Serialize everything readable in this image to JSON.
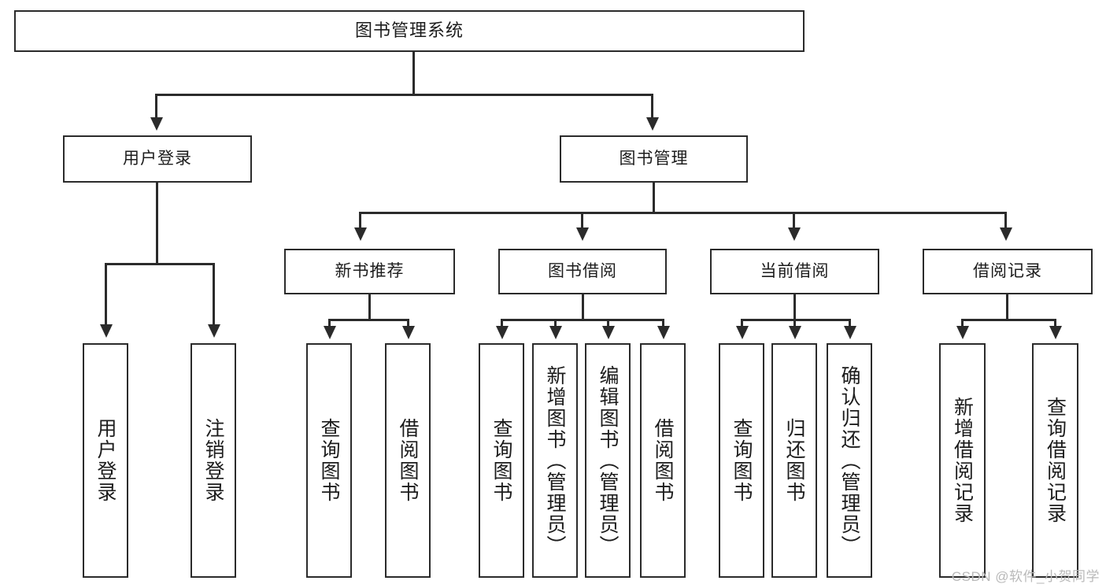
{
  "diagram": {
    "title": "图书管理系统",
    "type": "tree-structure-chart",
    "root": {
      "label": "图书管理系统"
    },
    "level2": [
      {
        "label": "用户登录"
      },
      {
        "label": "图书管理"
      }
    ],
    "level3": [
      {
        "label": "新书推荐"
      },
      {
        "label": "图书借阅"
      },
      {
        "label": "当前借阅"
      },
      {
        "label": "借阅记录"
      }
    ],
    "leaves": {
      "user_login": [
        {
          "label": "用户登录"
        },
        {
          "label": "注销登录"
        }
      ],
      "new_book_recommend": [
        {
          "label": "查询图书"
        },
        {
          "label": "借阅图书"
        }
      ],
      "book_borrow": [
        {
          "label": "查询图书"
        },
        {
          "label": "新增图书（管理员）"
        },
        {
          "label": "编辑图书（管理员）"
        },
        {
          "label": "借阅图书"
        }
      ],
      "current_borrow": [
        {
          "label": "查询图书"
        },
        {
          "label": "归还图书"
        },
        {
          "label": "确认归还（管理员）"
        }
      ],
      "borrow_record": [
        {
          "label": "新增借阅记录"
        },
        {
          "label": "查询借阅记录"
        }
      ]
    }
  },
  "watermark": {
    "text": "CSDN @软件_小贺同学"
  },
  "colors": {
    "stroke": "#2b2b2b",
    "background": "#ffffff",
    "text": "#1c1c1c",
    "watermark": "#b9b9b9"
  }
}
